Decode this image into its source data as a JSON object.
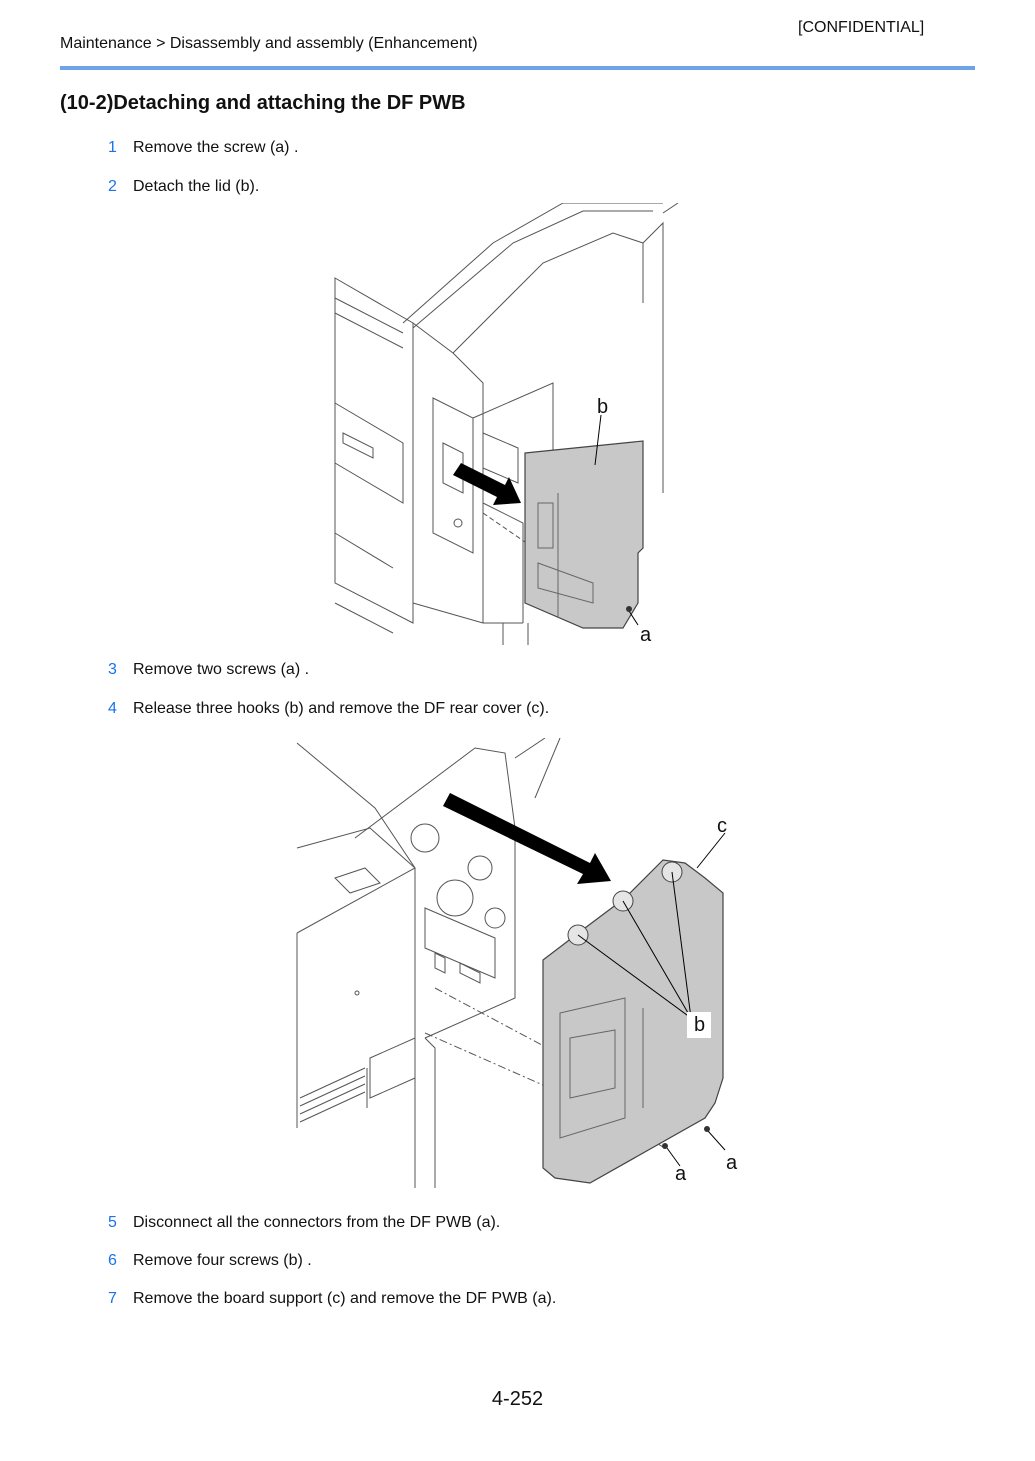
{
  "header": {
    "confidential": "[CONFIDENTIAL]",
    "breadcrumb": "Maintenance > Disassembly and assembly (Enhancement)"
  },
  "section": {
    "title": "(10-2)Detaching and attaching the DF PWB"
  },
  "steps": [
    {
      "number": "1",
      "text": "Remove the screw (a) ."
    },
    {
      "number": "2",
      "text": "Detach the lid (b)."
    },
    {
      "number": "3",
      "text": "Remove two screws (a) ."
    },
    {
      "number": "4",
      "text": "Release three hooks (b) and remove the DF rear cover (c)."
    },
    {
      "number": "5",
      "text": "Disconnect all the connectors from the DF PWB (a)."
    },
    {
      "number": "6",
      "text": "Remove four screws (b) ."
    },
    {
      "number": "7",
      "text": "Remove the board support (c) and remove the DF PWB (a)."
    }
  ],
  "figures": [
    {
      "callouts": {
        "b": "b",
        "a": "a"
      }
    },
    {
      "callouts": {
        "c": "c",
        "b": "b",
        "a1": "a",
        "a2": "a"
      }
    }
  ],
  "footer": {
    "page_number": "4-252"
  },
  "colors": {
    "accent_rule": "#6fa3e8",
    "step_number": "#1a73e8",
    "cover_fill": "#c8c8c8"
  }
}
